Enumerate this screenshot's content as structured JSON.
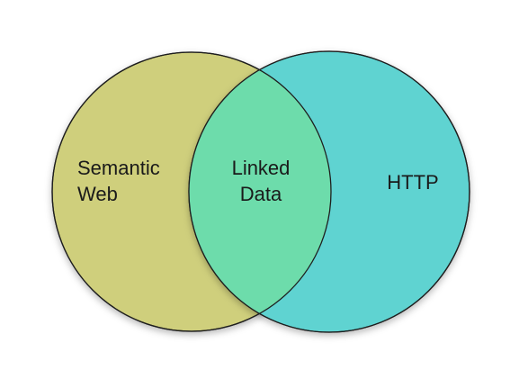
{
  "diagram": {
    "type": "venn",
    "left_set": {
      "label_line1": "Semantic",
      "label_line2": "Web",
      "color": "#cfcf7c"
    },
    "right_set": {
      "label": "HTTP",
      "color": "#5fd3d1"
    },
    "intersection": {
      "label_line1": "Linked",
      "label_line2": "Data",
      "color": "#6ddcab"
    },
    "outline_color": "#1e1e1e"
  }
}
